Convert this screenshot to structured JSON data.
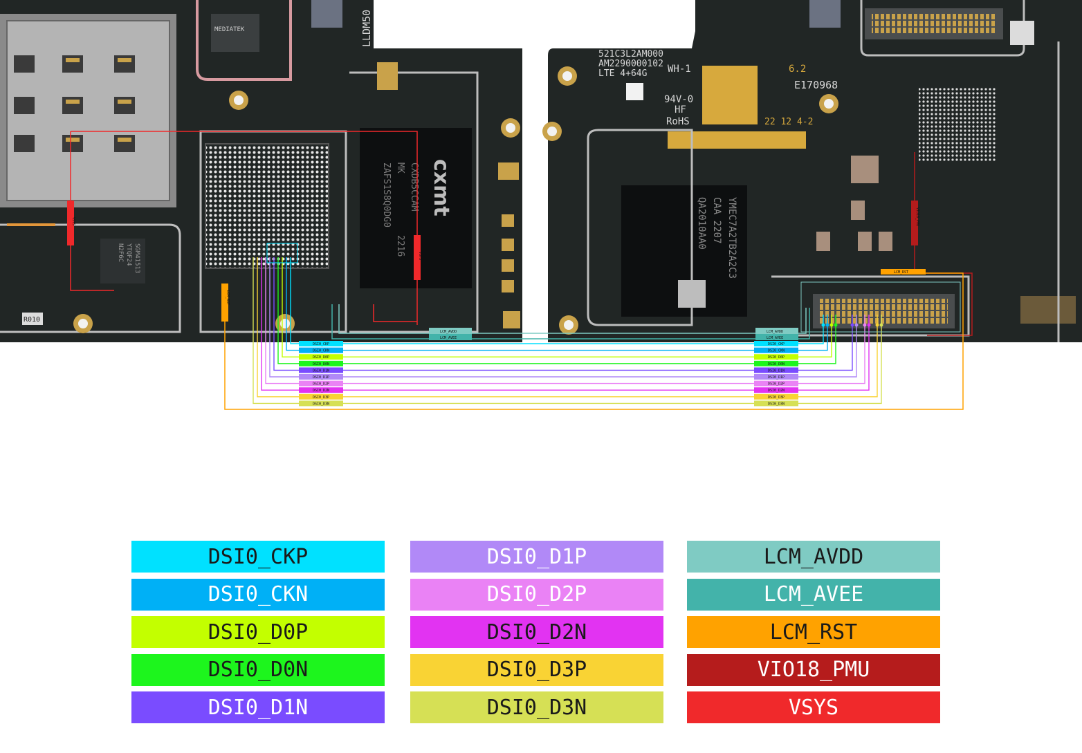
{
  "board_text": {
    "left_mem_chip": [
      "CXDB5CCAM",
      "MK",
      "ZAFS1S8Q0DG0",
      "2216"
    ],
    "left_mem_brand": "cxmt",
    "left_pmic_label": "MEDIATEK",
    "left_small_ic": [
      "SGM41513",
      "YTQF24",
      "N2F6C"
    ],
    "left_r_label": "R010",
    "board_id": "LLDM50",
    "pcb_marks": [
      "521C3L2AM000",
      "AM2290000102",
      "LTE 4+64G",
      "WH-1",
      "94V-0",
      "HF",
      "RoHS",
      "6.2",
      "E170968",
      "22 12 4-2"
    ],
    "right_emmc": [
      "QA2010AA0",
      "CAA 2207",
      "YMEC7A2TB2A2C3"
    ],
    "label_vsys": "VSYS",
    "label_lcm_rst": "LCM_RST",
    "label_vio18": "VIO18_PMU",
    "label_lcm_avdd": "LCM_AVDD",
    "label_lcm_avee": "LCM_AVEE"
  },
  "net_labels": [
    "DSI0_CKP",
    "DSI0_CKN",
    "DSI0_D0P",
    "DSI0_D0N",
    "DSI0_D1N",
    "DSI0_D1P",
    "DSI0_D2P",
    "DSI0_D2N",
    "DSI0_D3P",
    "DSI0_D3N"
  ],
  "net_colors": [
    "#00e1ff",
    "#00b0f6",
    "#c3ff00",
    "#1df51d",
    "#7a4cff",
    "#b189f7",
    "#ea82f5",
    "#e233f2",
    "#f9d334",
    "#d6e055"
  ],
  "legend": [
    {
      "label": "DSI0_CKP",
      "bg": "#00e1ff",
      "fg": "#1a1a1a"
    },
    {
      "label": "DSI0_CKN",
      "bg": "#00b0f6",
      "fg": "#ffffff"
    },
    {
      "label": "DSI0_D0P",
      "bg": "#c3ff00",
      "fg": "#1a1a1a"
    },
    {
      "label": "DSI0_D0N",
      "bg": "#1df51d",
      "fg": "#1a1a1a"
    },
    {
      "label": "DSI0_D1N",
      "bg": "#7a4cff",
      "fg": "#ffffff"
    },
    {
      "label": "DSI0_D1P",
      "bg": "#b189f7",
      "fg": "#ffffff"
    },
    {
      "label": "DSI0_D2P",
      "bg": "#ea82f5",
      "fg": "#ffffff"
    },
    {
      "label": "DSI0_D2N",
      "bg": "#e233f2",
      "fg": "#1a1a1a"
    },
    {
      "label": "DSI0_D3P",
      "bg": "#f9d334",
      "fg": "#1a1a1a"
    },
    {
      "label": "DSI0_D3N",
      "bg": "#d6e055",
      "fg": "#1a1a1a"
    },
    {
      "label": "LCM_AVDD",
      "bg": "#7fcbc3",
      "fg": "#1a1a1a"
    },
    {
      "label": "LCM_AVEE",
      "bg": "#43b3aa",
      "fg": "#ffffff"
    },
    {
      "label": "LCM_RST",
      "bg": "#ffa200",
      "fg": "#1a1a1a"
    },
    {
      "label": "VIO18_PMU",
      "bg": "#b51c1c",
      "fg": "#ffffff"
    },
    {
      "label": "VSYS",
      "bg": "#f0292b",
      "fg": "#ffffff"
    }
  ],
  "colors": {
    "pcb": "#212625",
    "pcb_dark": "#161a19",
    "trace_lcm_avdd": "#7fcbc3",
    "trace_lcm_avee": "#43b3aa",
    "trace_lcm_rst": "#ffa200",
    "trace_vio18": "#b51c1c",
    "trace_vsys": "#f0292b"
  }
}
